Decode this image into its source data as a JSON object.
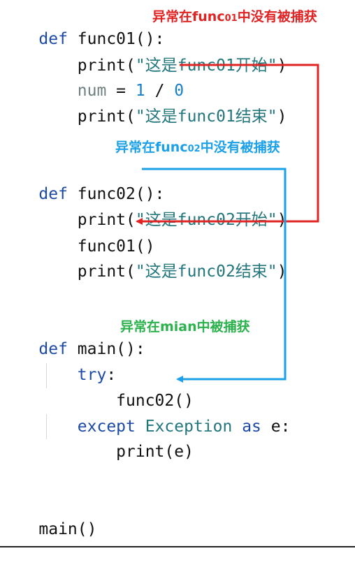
{
  "code": {
    "l1": {
      "def": "def",
      "name": " func01():"
    },
    "l2": {
      "fn": "    print(",
      "str": "\"这是func01开始\"",
      "close": ")"
    },
    "l3": {
      "var": "    num",
      "eq": " = ",
      "one": "1",
      "slash": " / ",
      "zero": "0"
    },
    "l4": {
      "fn": "    print(",
      "str": "\"这是func01结束\"",
      "close": ")"
    },
    "l5": {
      "def": "def",
      "name": " func02():"
    },
    "l6": {
      "fn": "    print(",
      "str": "\"这是func02开始\"",
      "close": ")"
    },
    "l7": {
      "text": "    func01()"
    },
    "l8": {
      "fn": "    print(",
      "str": "\"这是func02结束\"",
      "close": ")"
    },
    "l9": {
      "def": "def",
      "name": " main():"
    },
    "l10": {
      "kw": "    try",
      "colon": ":"
    },
    "l11": {
      "text": "        func02()"
    },
    "l12": {
      "kw1": "    except",
      "cls": " Exception ",
      "kw2": "as",
      "rest": " e:"
    },
    "l13": {
      "text": "        print(e)"
    },
    "l14": {
      "text": "main()"
    }
  },
  "annotations": {
    "red": {
      "pre": "异常在func",
      "sub": "01",
      "post": "中没有被捕获"
    },
    "blue": {
      "pre": "异常在func",
      "sub": "02",
      "post": "中没有被捕获"
    },
    "green": {
      "text": "异常在mian中被捕获"
    }
  },
  "colors": {
    "red_arrow": "#e02424",
    "blue_arrow": "#1ca0e8",
    "keyword": "#1d4aa6",
    "string": "#22767c"
  }
}
